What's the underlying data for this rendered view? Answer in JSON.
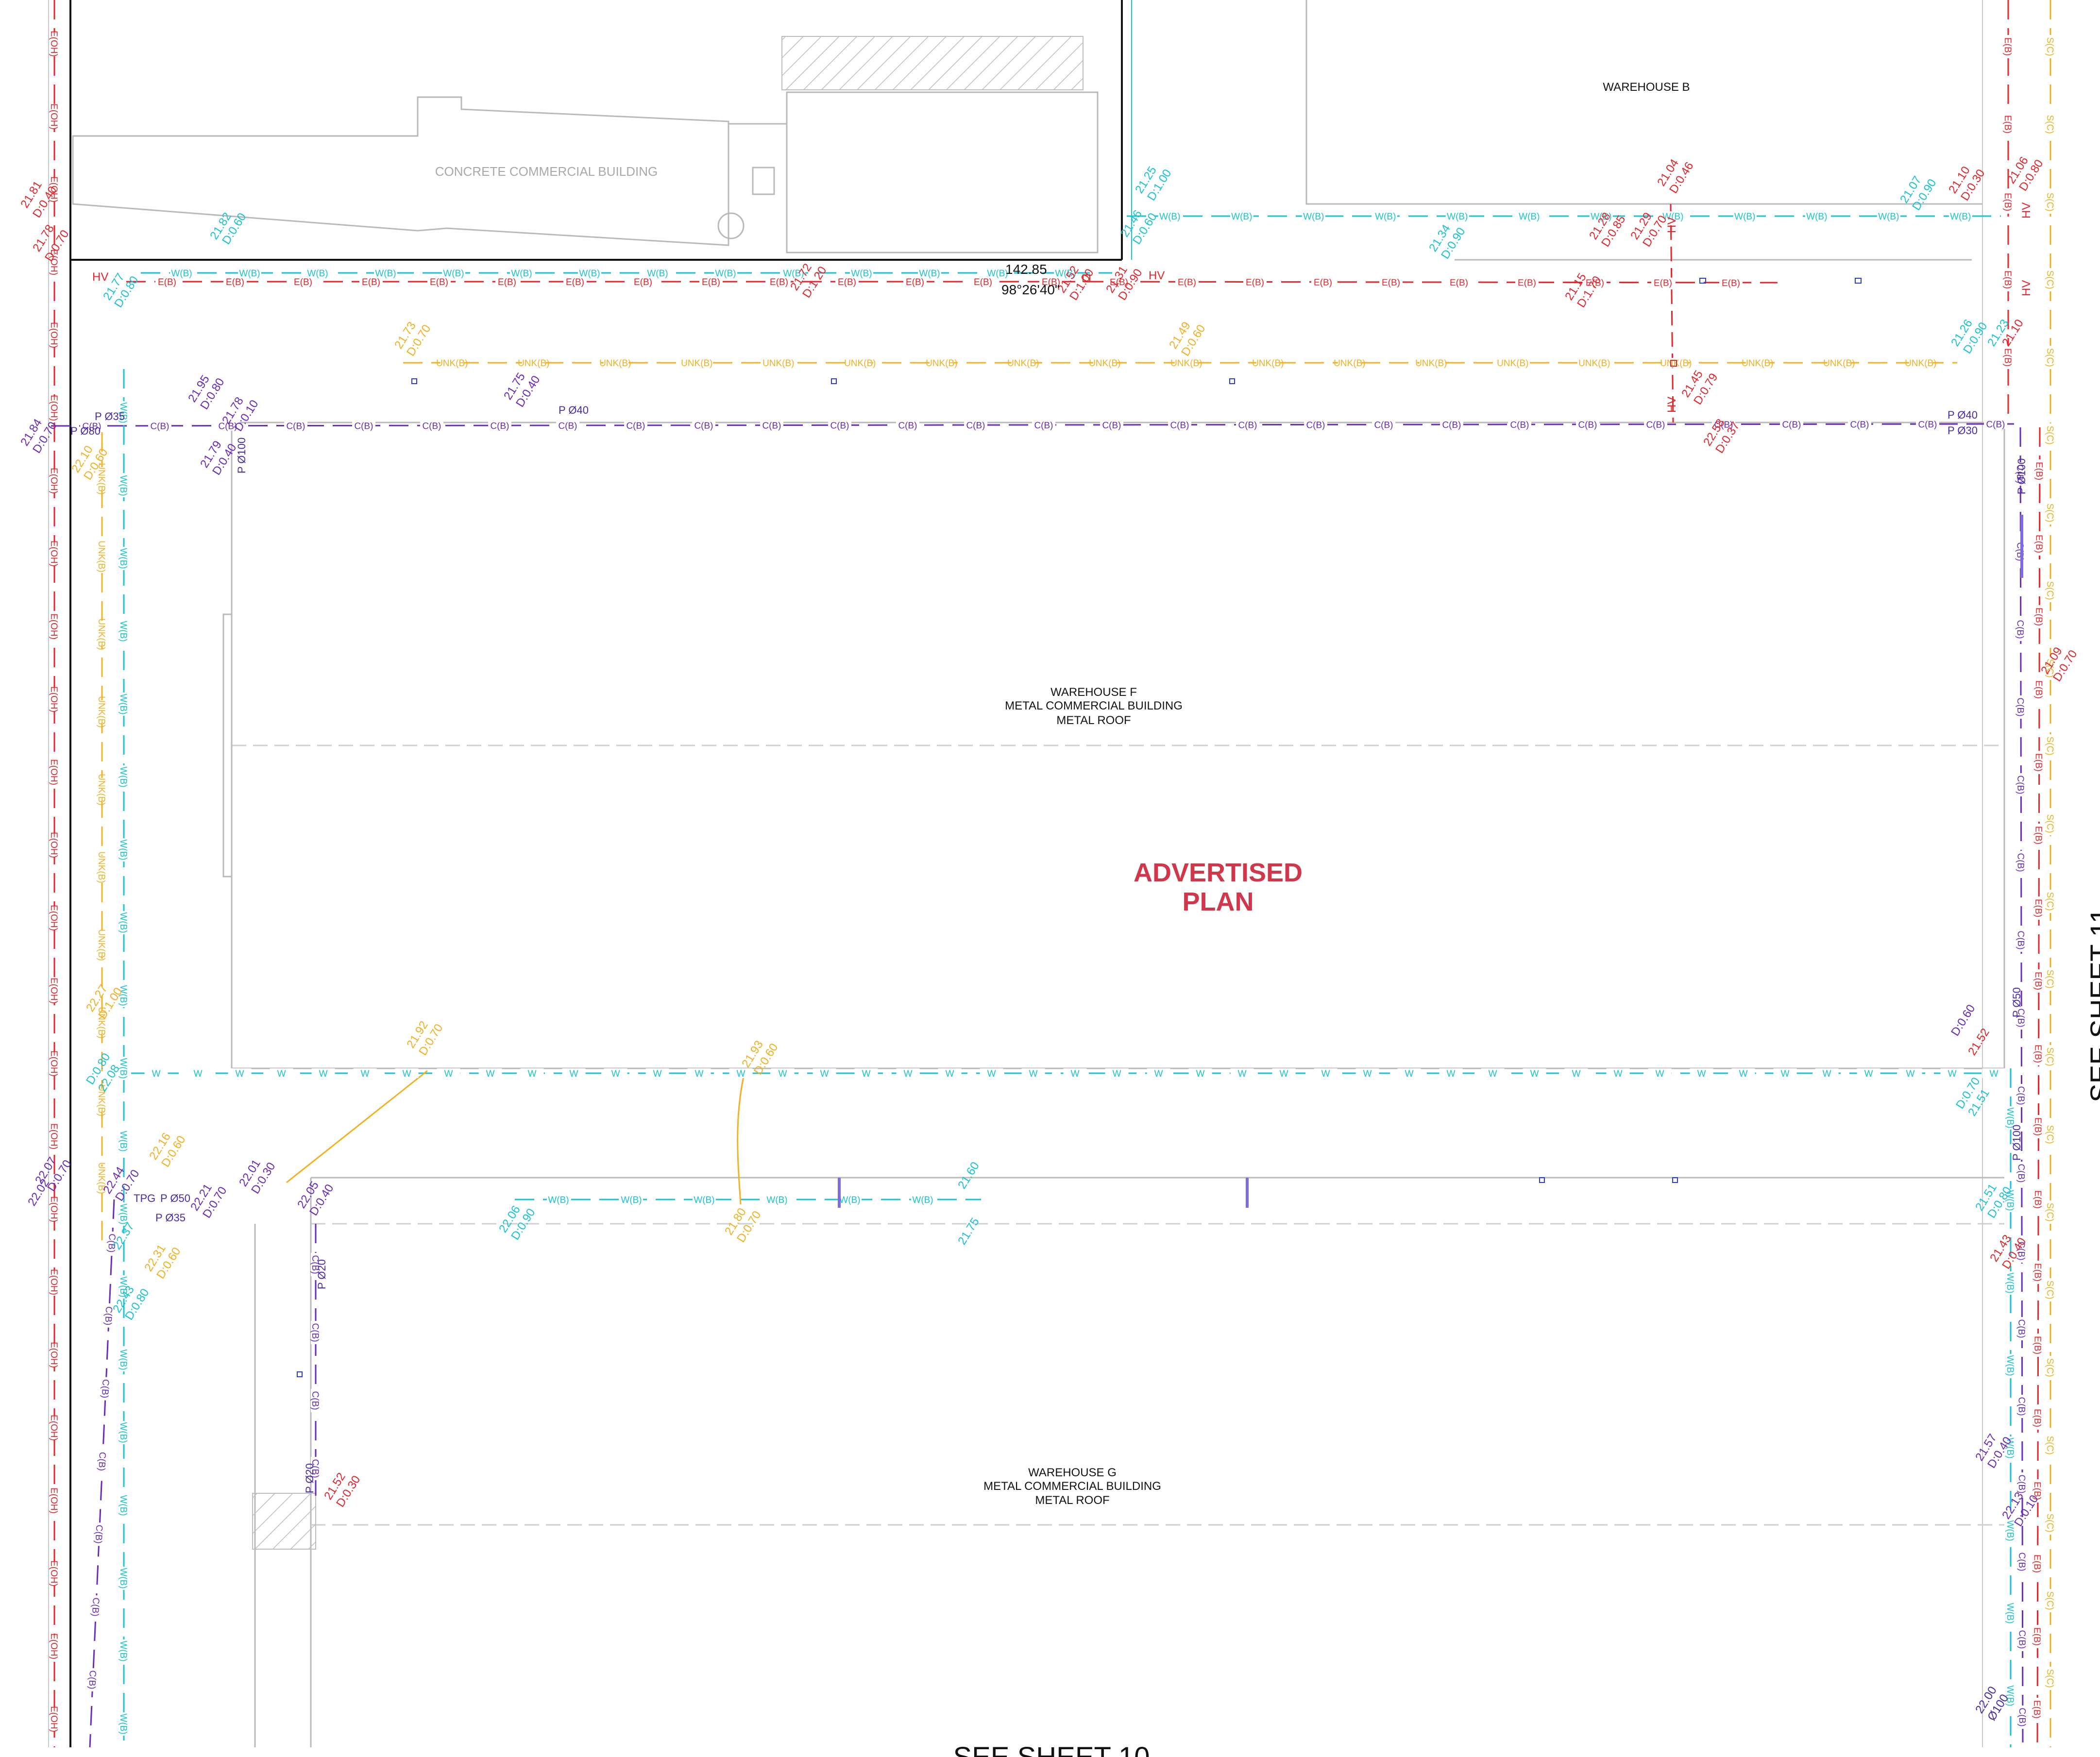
{
  "buildings": [
    {
      "key": "concrete",
      "lines": [
        "CONCRETE COMMERCIAL BUILDING"
      ]
    },
    {
      "key": "wh_b",
      "lines": [
        "WAREHOUSE B"
      ]
    },
    {
      "key": "wh_f",
      "lines": [
        "WAREHOUSE F",
        "METAL COMMERCIAL BUILDING",
        "METAL ROOF"
      ]
    },
    {
      "key": "wh_g",
      "lines": [
        "WAREHOUSE G",
        "METAL COMMERCIAL BUILDING",
        "METAL ROOF"
      ]
    }
  ],
  "stamp": {
    "line1": "ADVERTISED",
    "line2": "PLAN"
  },
  "survey": {
    "distance": "142.85",
    "bearing": "98°26'40\""
  },
  "sheet_refs": {
    "bottom": "SEE SHEET 10",
    "right": "SEE SHEET 11"
  },
  "service_codes": {
    "water": "W(B)",
    "electric": "E(B)",
    "electric_overhead": "E(OH)",
    "unknown": "UNK(B)",
    "comms": "C(B)",
    "stormwater": "S(C)",
    "water_main": "W",
    "high_voltage": "HV"
  },
  "colors": {
    "water": "#19c3d3",
    "electric": "#e3262b",
    "unknown": "#f2b022",
    "comms": "#6a2bb8",
    "stormwater": "#e8b21e",
    "stamp": "#d1374b",
    "pipe_marker": "#4a2aa8",
    "boundary": "#111111"
  },
  "pipe_labels": {
    "p40": "P Ø40",
    "p35": "P Ø35",
    "p80": "P Ø80",
    "p100": "P Ø100",
    "p50": "P Ø50",
    "p30": "P Ø30",
    "p20": "P Ø20",
    "tpg": "TPG",
    "p100b": "P Ø100"
  },
  "depth_annotations": [
    {
      "t": "21.81",
      "c": "electric"
    },
    {
      "t": "D:0.40",
      "c": "electric"
    },
    {
      "t": "21.78",
      "c": "electric"
    },
    {
      "t": "D:0.70",
      "c": "electric"
    },
    {
      "t": "21.82",
      "c": "water"
    },
    {
      "t": "D:0.60",
      "c": "water"
    },
    {
      "t": "21.77",
      "c": "water"
    },
    {
      "t": "D:0.80",
      "c": "water"
    },
    {
      "t": "21.72",
      "c": "electric"
    },
    {
      "t": "D:1.20",
      "c": "electric"
    },
    {
      "t": "21.52",
      "c": "electric"
    },
    {
      "t": "D:1.00",
      "c": "electric"
    },
    {
      "t": "21.31",
      "c": "electric"
    },
    {
      "t": "D:0.90",
      "c": "electric"
    },
    {
      "t": "21.25",
      "c": "water"
    },
    {
      "t": "D:1.00",
      "c": "water"
    },
    {
      "t": "21.46",
      "c": "water"
    },
    {
      "t": "D:0.60",
      "c": "water"
    },
    {
      "t": "21.34",
      "c": "water"
    },
    {
      "t": "D:0.90",
      "c": "water"
    },
    {
      "t": "21.04",
      "c": "electric"
    },
    {
      "t": "D:0.46",
      "c": "electric"
    },
    {
      "t": "21.28",
      "c": "electric"
    },
    {
      "t": "D:0.85",
      "c": "electric"
    },
    {
      "t": "21.29",
      "c": "electric"
    },
    {
      "t": "D:0.70",
      "c": "electric"
    },
    {
      "t": "21.15",
      "c": "electric"
    },
    {
      "t": "D:1.70",
      "c": "electric"
    },
    {
      "t": "21.07",
      "c": "water"
    },
    {
      "t": "D:0.90",
      "c": "water"
    },
    {
      "t": "21.10",
      "c": "electric"
    },
    {
      "t": "D:0.30",
      "c": "electric"
    },
    {
      "t": "21.06",
      "c": "electric"
    },
    {
      "t": "D:0.80",
      "c": "electric"
    },
    {
      "t": "21.73",
      "c": "unknown"
    },
    {
      "t": "D:0.70",
      "c": "unknown"
    },
    {
      "t": "21.49",
      "c": "unknown"
    },
    {
      "t": "D:0.60",
      "c": "unknown"
    },
    {
      "t": "21.26",
      "c": "water"
    },
    {
      "t": "D:0.90",
      "c": "water"
    },
    {
      "t": "21.23",
      "c": "water"
    },
    {
      "t": "21.10",
      "c": "electric"
    },
    {
      "t": "21.95",
      "c": "comms"
    },
    {
      "t": "D:0.80",
      "c": "comms"
    },
    {
      "t": "21.75",
      "c": "comms"
    },
    {
      "t": "D:0.40",
      "c": "comms"
    },
    {
      "t": "21.45",
      "c": "electric"
    },
    {
      "t": "D:0.79",
      "c": "electric"
    },
    {
      "t": "22.58",
      "c": "electric"
    },
    {
      "t": "D:0.37",
      "c": "electric"
    },
    {
      "t": "21.84",
      "c": "comms"
    },
    {
      "t": "D:0.70",
      "c": "comms"
    },
    {
      "t": "22.10",
      "c": "unknown"
    },
    {
      "t": "D:0.60",
      "c": "unknown"
    },
    {
      "t": "21.79",
      "c": "comms"
    },
    {
      "t": "D:0.40",
      "c": "comms"
    },
    {
      "t": "21.78",
      "c": "comms"
    },
    {
      "t": "D:0.10",
      "c": "comms"
    },
    {
      "t": "21.09",
      "c": "electric"
    },
    {
      "t": "D:0.70",
      "c": "electric"
    },
    {
      "t": "22.27",
      "c": "unknown"
    },
    {
      "t": "D:1.00",
      "c": "unknown"
    },
    {
      "t": "21.92",
      "c": "unknown"
    },
    {
      "t": "D:0.70",
      "c": "unknown"
    },
    {
      "t": "21.93",
      "c": "unknown"
    },
    {
      "t": "D:0.60",
      "c": "unknown"
    },
    {
      "t": "D:0.60",
      "c": "comms"
    },
    {
      "t": "21.52",
      "c": "electric"
    },
    {
      "t": "D:0.80",
      "c": "water"
    },
    {
      "t": "22.08",
      "c": "water"
    },
    {
      "t": "D:0.70",
      "c": "water"
    },
    {
      "t": "21.51",
      "c": "water"
    },
    {
      "t": "22.16",
      "c": "unknown"
    },
    {
      "t": "D:0.60",
      "c": "unknown"
    },
    {
      "t": "22.07",
      "c": "comms"
    },
    {
      "t": "D:0.70",
      "c": "comms"
    },
    {
      "t": "22.44",
      "c": "comms"
    },
    {
      "t": "D:0.70",
      "c": "comms"
    },
    {
      "t": "22.21",
      "c": "comms"
    },
    {
      "t": "D:0.70",
      "c": "comms"
    },
    {
      "t": "22.01",
      "c": "comms"
    },
    {
      "t": "D:0.30",
      "c": "comms"
    },
    {
      "t": "22.05",
      "c": "comms"
    },
    {
      "t": "D:0.40",
      "c": "comms"
    },
    {
      "t": "22.06",
      "c": "water"
    },
    {
      "t": "D:0.90",
      "c": "water"
    },
    {
      "t": "21.60",
      "c": "water"
    },
    {
      "t": "21.75",
      "c": "water"
    },
    {
      "t": "21.80",
      "c": "unknown"
    },
    {
      "t": "D:0.70",
      "c": "unknown"
    },
    {
      "t": "22.02",
      "c": "comms"
    },
    {
      "t": "22.37",
      "c": "water"
    },
    {
      "t": "22.31",
      "c": "unknown"
    },
    {
      "t": "D:0.60",
      "c": "unknown"
    },
    {
      "t": "22.43",
      "c": "water"
    },
    {
      "t": "D:0.80",
      "c": "water"
    },
    {
      "t": "21.43",
      "c": "electric"
    },
    {
      "t": "D:0.40",
      "c": "electric"
    },
    {
      "t": "21.51",
      "c": "water"
    },
    {
      "t": "D:0.80",
      "c": "water"
    },
    {
      "t": "21.57",
      "c": "comms"
    },
    {
      "t": "D:0.40",
      "c": "comms"
    },
    {
      "t": "22.13",
      "c": "comms"
    },
    {
      "t": "D:0.10",
      "c": "comms"
    },
    {
      "t": "21.52",
      "c": "electric"
    },
    {
      "t": "D:0.30",
      "c": "electric"
    },
    {
      "t": "22.00",
      "c": "pipe_marker"
    },
    {
      "t": "Ø100",
      "c": "pipe_marker"
    }
  ]
}
